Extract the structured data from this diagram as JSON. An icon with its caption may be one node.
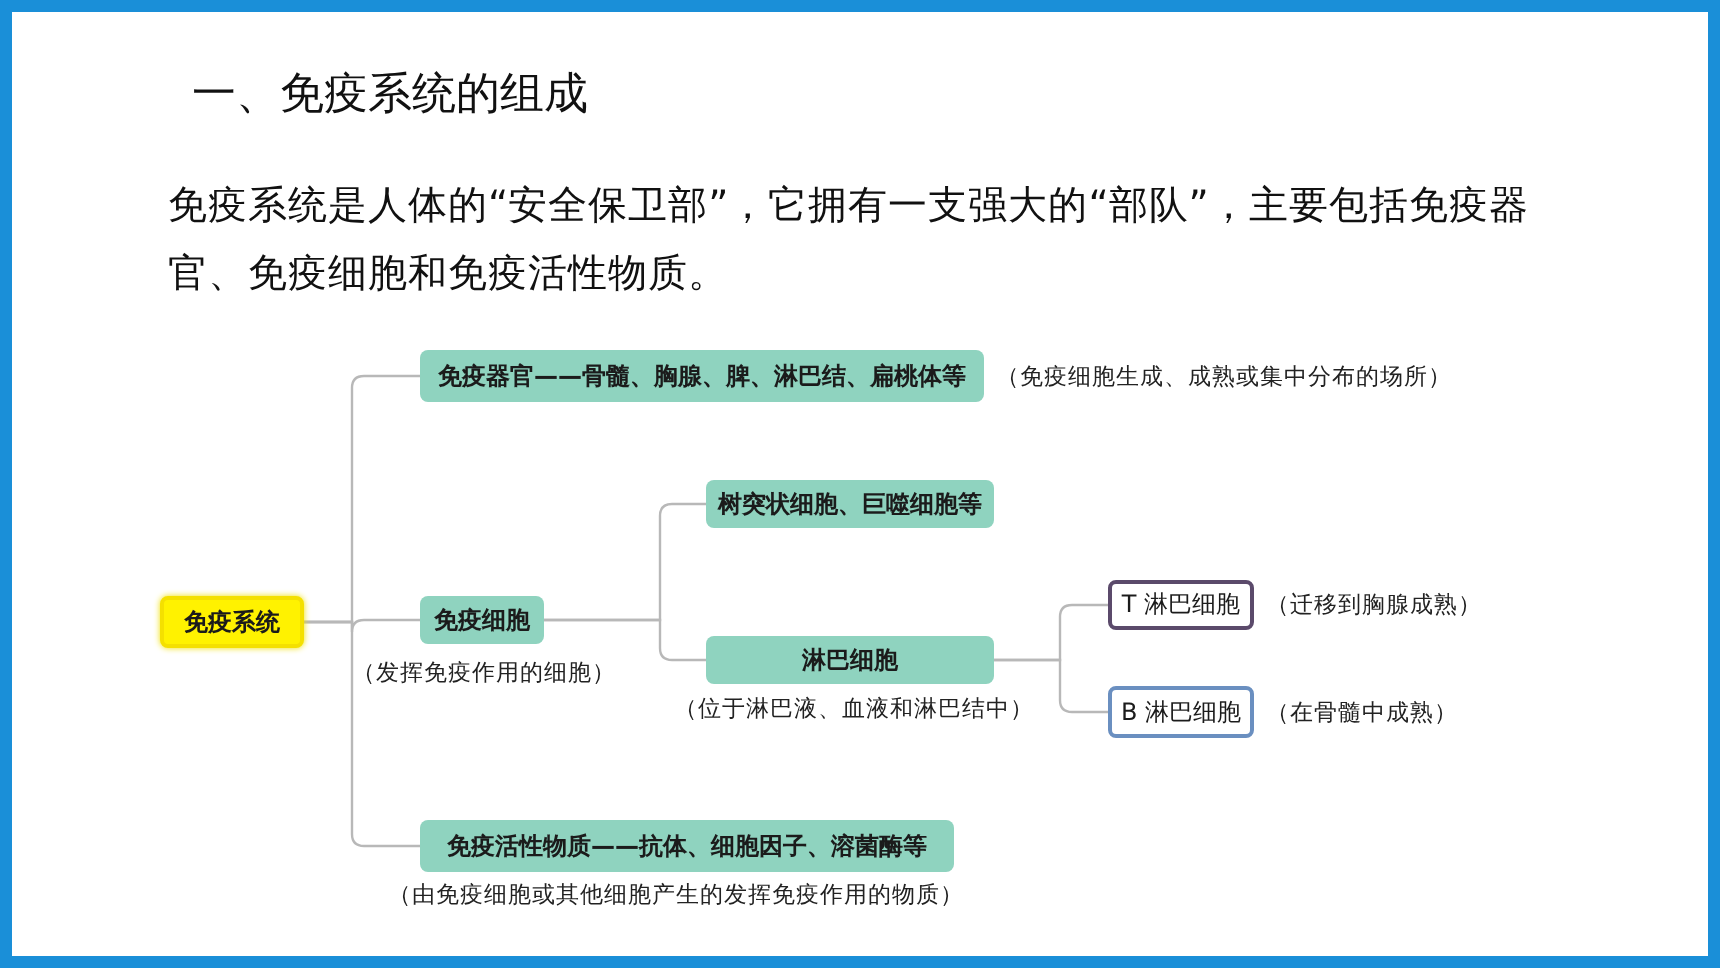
{
  "diagram": {
    "title": "一、免疫系统的组成",
    "nodes": [
      {
        "text": [
          "免疫系统"
        ]
      },
      {
        "text": [
          "免疫器官——骨髓、胸腺、脾、淋巴结、扁桃体等"
        ],
        "beside": [
          "（免疫细胞生成、成熟或集中分布的场所）"
        ]
      },
      {
        "text": [
          "免疫细胞"
        ],
        "beside": [
          "（发挥免疫作用的细胞）"
        ]
      },
      {
        "text": [
          "免疫活性物质——抗体、细胞因子、溶菌酶等"
        ],
        "beside": [
          "（由免疫细胞或其他细胞产生的发挥免疫作用的物质）"
        ]
      },
      {
        "text": [
          "树突状细胞、巨噬细胞等"
        ]
      },
      {
        "text": [
          "淋巴细胞"
        ],
        "beside": [
          "（位于淋巴液、血液和淋巴结中）"
        ]
      },
      {
        "text": [
          "T 淋巴细胞"
        ],
        "beside": [
          "（迁移到胸腺成熟）"
        ]
      },
      {
        "text": [
          "B 淋巴细胞"
        ],
        "beside": [
          "（在骨髓中成熟）"
        ]
      }
    ],
    "edges": [
      {
        "from": 0,
        "to": 1,
        "arrow": "none"
      },
      {
        "from": 0,
        "to": 2,
        "arrow": "none"
      },
      {
        "from": 0,
        "to": 3,
        "arrow": "none"
      },
      {
        "from": 2,
        "to": 4,
        "arrow": "none"
      },
      {
        "from": 2,
        "to": 5,
        "arrow": "none"
      },
      {
        "from": 5,
        "to": 6,
        "arrow": "none"
      },
      {
        "from": 5,
        "to": 7,
        "arrow": "none"
      }
    ],
    "labels": [
      "免疫系统是人体的“安全保卫部”，它拥有一支强大的“部队”，主要包括免疫器官、免疫细胞和免疫活性物质。"
    ]
  }
}
